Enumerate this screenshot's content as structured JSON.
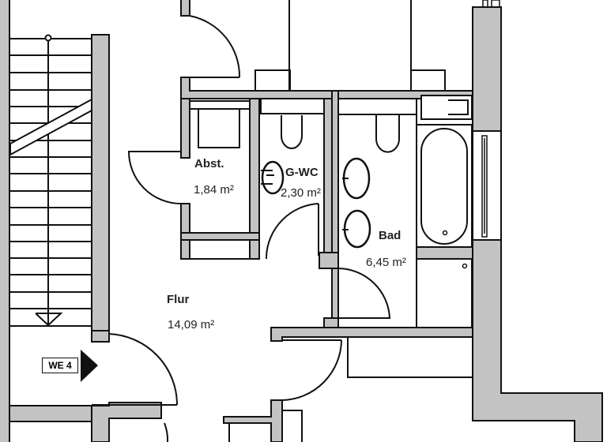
{
  "plan": {
    "rooms": [
      {
        "name": "Abst.",
        "area": "1,84 m²"
      },
      {
        "name": "G-WC",
        "area": "2,30 m²"
      },
      {
        "name": "Bad",
        "area": "6,45 m²"
      },
      {
        "name": "Flur",
        "area": "14,09 m²"
      }
    ],
    "unit_label": "WE 4",
    "colors": {
      "wall": "#c3c3c3",
      "line": "#111111",
      "background": "#ffffff"
    }
  }
}
